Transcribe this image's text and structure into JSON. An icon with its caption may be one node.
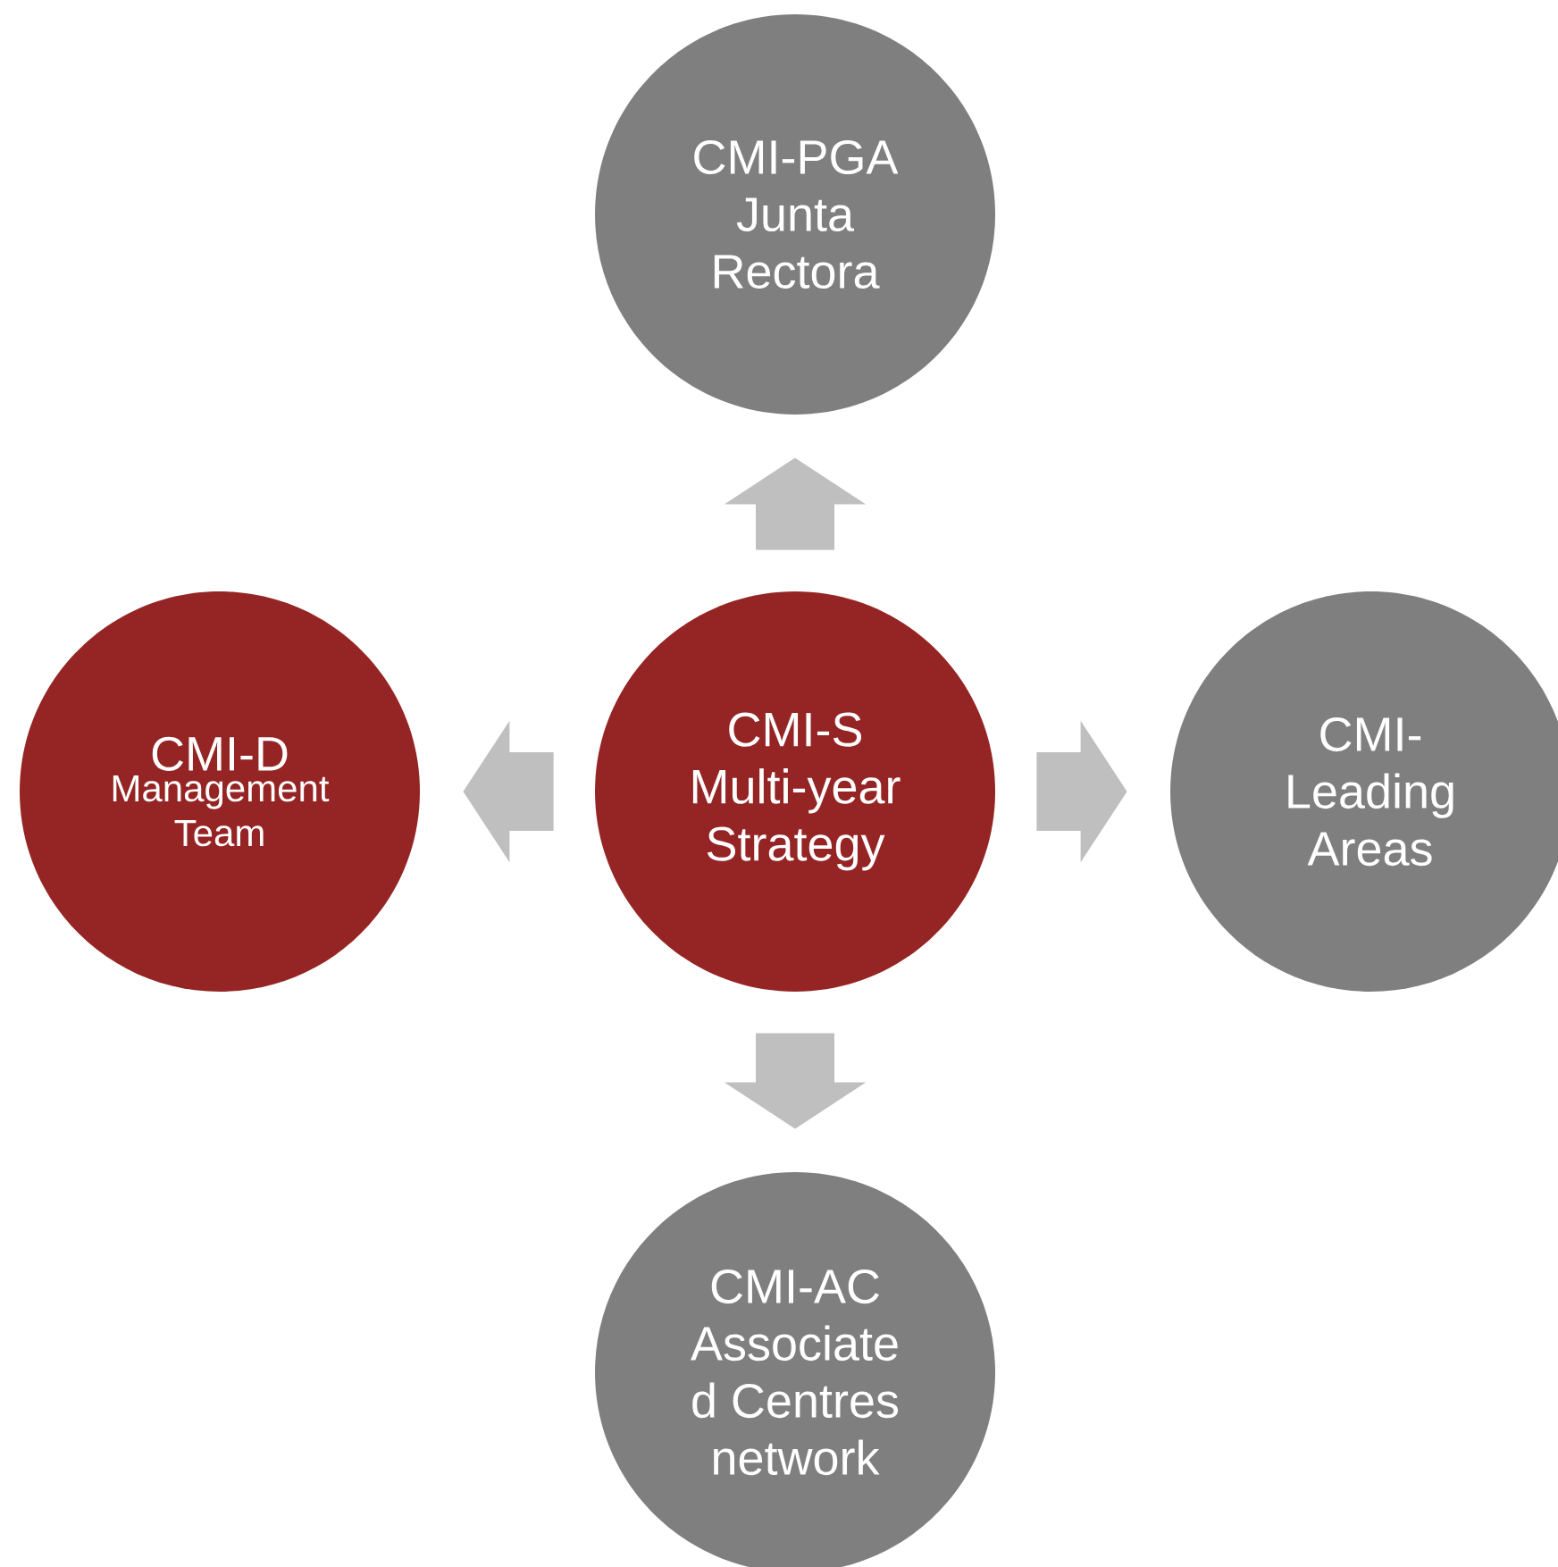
{
  "diagram": {
    "nodes": [
      {
        "text": [
          "CMI-PGA Junta Rectora"
        ]
      },
      {
        "text": [
          "CMI-D",
          "Management Team"
        ]
      },
      {
        "text": [
          "CMI-S Multi-year Strategy"
        ]
      },
      {
        "text": [
          "CMI- Leading Areas"
        ]
      },
      {
        "text": [
          "CMI-AC Associate d Centres network"
        ]
      }
    ],
    "edges": [
      {
        "from": 2,
        "to": 0,
        "arrow": "to"
      },
      {
        "from": 2,
        "to": 1,
        "arrow": "to"
      },
      {
        "from": 2,
        "to": 3,
        "arrow": "to"
      },
      {
        "from": 2,
        "to": 4,
        "arrow": "to"
      }
    ]
  }
}
